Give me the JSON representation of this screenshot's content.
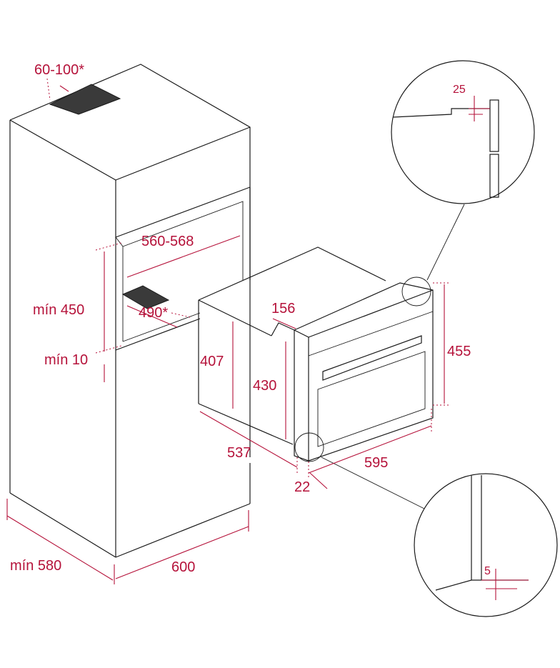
{
  "dimensions": {
    "vent_gap": "60-100*",
    "niche_width": "560-568",
    "niche_min_height": "mín 450",
    "vent_depth": "490*",
    "min_gap_bottom": "mín 10",
    "cabinet_min_depth": "mín 580",
    "cabinet_width": "600",
    "oven_depth_top": "156",
    "oven_body_height": "407",
    "oven_inner_height": "430",
    "oven_front_height": "455",
    "oven_depth": "537",
    "oven_front_width": "595",
    "front_offset": "22",
    "detail_top": "25",
    "detail_bottom": "5"
  },
  "colors": {
    "line": "#1a1a1a",
    "dimension": "#b5123a",
    "vent": "#3a3a3a"
  }
}
